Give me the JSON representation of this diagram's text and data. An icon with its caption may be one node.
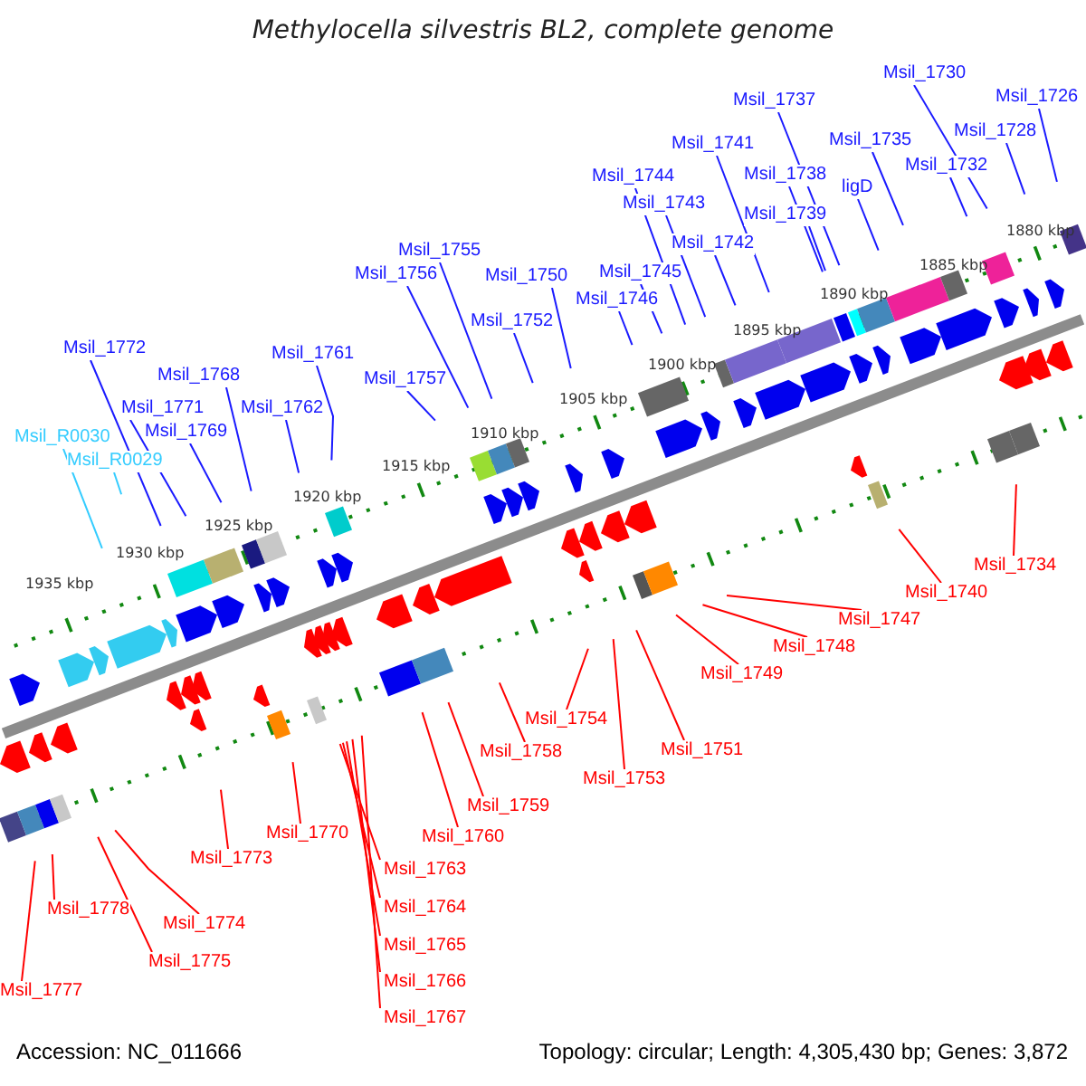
{
  "diagram": {
    "title": "Methylocella silvestris BL2, complete genome",
    "nodes": [
      {
        "text": [
          "Msil_1730"
        ]
      },
      {
        "text": [
          "Msil_1726"
        ]
      },
      {
        "text": [
          "Msil_1737"
        ]
      },
      {
        "text": [
          "Msil_1728"
        ]
      },
      {
        "text": [
          "Msil_1735"
        ]
      },
      {
        "text": [
          "Msil_1741"
        ]
      },
      {
        "text": [
          "Msil_1732"
        ]
      },
      {
        "text": [
          "Msil_1738"
        ]
      },
      {
        "text": [
          "Msil_1744"
        ]
      },
      {
        "text": [
          "ligD"
        ]
      },
      {
        "text": [
          "Msil_1743"
        ]
      },
      {
        "text": [
          "Msil_1739"
        ]
      },
      {
        "text": [
          "Msil_1742"
        ]
      },
      {
        "text": [
          "Msil_1755"
        ]
      },
      {
        "text": [
          "Msil_1745"
        ]
      },
      {
        "text": [
          "Msil_1756"
        ]
      },
      {
        "text": [
          "Msil_1750"
        ]
      },
      {
        "text": [
          "Msil_1746"
        ]
      },
      {
        "text": [
          "Msil_1752"
        ]
      },
      {
        "text": [
          "Msil_1772"
        ]
      },
      {
        "text": [
          "Msil_1761"
        ]
      },
      {
        "text": [
          "Msil_1768"
        ]
      },
      {
        "text": [
          "Msil_1757"
        ]
      },
      {
        "text": [
          "Msil_1771"
        ]
      },
      {
        "text": [
          "Msil_1762"
        ]
      },
      {
        "text": [
          "Msil_1769"
        ]
      },
      {
        "text": [
          "Msil_R0030"
        ]
      },
      {
        "text": [
          "Msil_R0029"
        ]
      },
      {
        "text": [
          "Msil_1734"
        ]
      },
      {
        "text": [
          "Msil_1740"
        ]
      },
      {
        "text": [
          "Msil_1747"
        ]
      },
      {
        "text": [
          "Msil_1748"
        ]
      },
      {
        "text": [
          "Msil_1749"
        ]
      },
      {
        "text": [
          "Msil_1754"
        ]
      },
      {
        "text": [
          "Msil_1751"
        ]
      },
      {
        "text": [
          "Msil_1758"
        ]
      },
      {
        "text": [
          "Msil_1753"
        ]
      },
      {
        "text": [
          "Msil_1759"
        ]
      },
      {
        "text": [
          "Msil_1770"
        ]
      },
      {
        "text": [
          "Msil_1760"
        ]
      },
      {
        "text": [
          "Msil_1773"
        ]
      },
      {
        "text": [
          "Msil_1763"
        ]
      },
      {
        "text": [
          "Msil_1778"
        ]
      },
      {
        "text": [
          "Msil_1764"
        ]
      },
      {
        "text": [
          "Msil_1774"
        ]
      },
      {
        "text": [
          "Msil_1765"
        ]
      },
      {
        "text": [
          "Msil_1775"
        ]
      },
      {
        "text": [
          "Msil_1766"
        ]
      },
      {
        "text": [
          "Msil_1777"
        ]
      },
      {
        "text": [
          "Msil_1767"
        ]
      }
    ],
    "edges": [
      {
        "from": 0,
        "to": null,
        "arrow": "none"
      },
      {
        "from": 1,
        "to": null,
        "arrow": "none"
      },
      {
        "from": 2,
        "to": null,
        "arrow": "none"
      },
      {
        "from": 3,
        "to": null,
        "arrow": "none"
      },
      {
        "from": 4,
        "to": null,
        "arrow": "none"
      },
      {
        "from": 5,
        "to": null,
        "arrow": "none"
      },
      {
        "from": 6,
        "to": null,
        "arrow": "none"
      },
      {
        "from": 7,
        "to": null,
        "arrow": "none"
      },
      {
        "from": 8,
        "to": null,
        "arrow": "none"
      },
      {
        "from": 9,
        "to": null,
        "arrow": "none"
      },
      {
        "from": 10,
        "to": null,
        "arrow": "none"
      },
      {
        "from": 11,
        "to": null,
        "arrow": "none"
      },
      {
        "from": 12,
        "to": null,
        "arrow": "none"
      },
      {
        "from": 13,
        "to": null,
        "arrow": "none"
      },
      {
        "from": 14,
        "to": null,
        "arrow": "none"
      },
      {
        "from": 15,
        "to": null,
        "arrow": "none"
      },
      {
        "from": 16,
        "to": null,
        "arrow": "none"
      },
      {
        "from": 17,
        "to": null,
        "arrow": "none"
      },
      {
        "from": 18,
        "to": null,
        "arrow": "none"
      },
      {
        "from": 19,
        "to": null,
        "arrow": "none"
      },
      {
        "from": 20,
        "to": null,
        "arrow": "none"
      },
      {
        "from": 21,
        "to": null,
        "arrow": "none"
      },
      {
        "from": 22,
        "to": null,
        "arrow": "none"
      },
      {
        "from": 23,
        "to": null,
        "arrow": "none"
      },
      {
        "from": 24,
        "to": null,
        "arrow": "none"
      },
      {
        "from": 25,
        "to": null,
        "arrow": "none"
      },
      {
        "from": 26,
        "to": null,
        "arrow": "none",
        "color": "#33ccff"
      },
      {
        "from": 27,
        "to": null,
        "arrow": "none",
        "color": "#33ccff"
      },
      {
        "from": 28,
        "to": null,
        "arrow": "none",
        "color": "#ff0000"
      },
      {
        "from": 29,
        "to": null,
        "arrow": "none",
        "color": "#ff0000"
      },
      {
        "from": 30,
        "to": null,
        "arrow": "none",
        "color": "#ff0000"
      },
      {
        "from": 31,
        "to": null,
        "arrow": "none",
        "color": "#ff0000"
      },
      {
        "from": 32,
        "to": null,
        "arrow": "none",
        "color": "#ff0000"
      },
      {
        "from": 33,
        "to": null,
        "arrow": "none",
        "color": "#ff0000"
      },
      {
        "from": 34,
        "to": null,
        "arrow": "none",
        "color": "#ff0000"
      },
      {
        "from": 35,
        "to": null,
        "arrow": "none",
        "color": "#ff0000"
      },
      {
        "from": 36,
        "to": null,
        "arrow": "none",
        "color": "#ff0000"
      },
      {
        "from": 37,
        "to": null,
        "arrow": "none",
        "color": "#ff0000"
      },
      {
        "from": 38,
        "to": null,
        "arrow": "none",
        "color": "#ff0000"
      },
      {
        "from": 39,
        "to": null,
        "arrow": "none",
        "color": "#ff0000"
      },
      {
        "from": 40,
        "to": null,
        "arrow": "none",
        "color": "#ff0000"
      },
      {
        "from": 41,
        "to": null,
        "arrow": "none",
        "color": "#ff0000"
      },
      {
        "from": 42,
        "to": null,
        "arrow": "none",
        "color": "#ff0000"
      },
      {
        "from": 43,
        "to": null,
        "arrow": "none",
        "color": "#ff0000"
      },
      {
        "from": 44,
        "to": null,
        "arrow": "none",
        "color": "#ff0000"
      },
      {
        "from": 45,
        "to": null,
        "arrow": "none",
        "color": "#ff0000"
      },
      {
        "from": 46,
        "to": null,
        "arrow": "none",
        "color": "#ff0000"
      },
      {
        "from": 47,
        "to": null,
        "arrow": "none",
        "color": "#ff0000"
      },
      {
        "from": 48,
        "to": null,
        "arrow": "none",
        "color": "#ff0000"
      },
      {
        "from": 49,
        "to": null,
        "arrow": "none",
        "color": "#ff0000"
      }
    ],
    "labels": [
      "1880 kbp",
      "1885 kbp",
      "1890 kbp",
      "1895 kbp",
      "1900 kbp",
      "1905 kbp",
      "1910 kbp",
      "1915 kbp",
      "1920 kbp",
      "1925 kbp",
      "1930 kbp",
      "1935 kbp",
      "Accession: NC_011666",
      "Topology: circular; Length: 4,305,430 bp; Genes: 3,872"
    ]
  }
}
